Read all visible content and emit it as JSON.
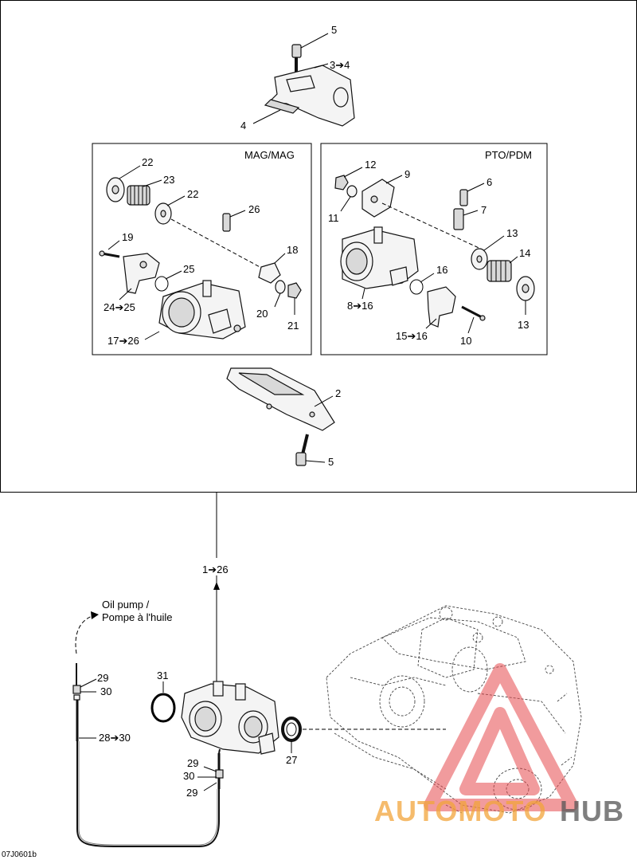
{
  "figure_ref": "07J0601b",
  "boxes": {
    "mag": {
      "title": "MAG/MAG"
    },
    "pto": {
      "title": "PTO/PDM"
    }
  },
  "callouts": {
    "c5a": "5",
    "c34": "3➔4",
    "c4": "4",
    "c22a": "22",
    "c23": "23",
    "c22b": "22",
    "c26": "26",
    "c19": "19",
    "c18": "18",
    "c25": "25",
    "c2425": "24➔25",
    "c20": "20",
    "c21": "21",
    "c1726": "17➔26",
    "c12": "12",
    "c9": "9",
    "c6": "6",
    "c11": "11",
    "c7": "7",
    "c13a": "13",
    "c14": "14",
    "c16": "16",
    "c816": "8➔16",
    "c13b": "13",
    "c1516": "15➔16",
    "c10": "10",
    "c2": "2",
    "c5b": "5",
    "c126": "1➔26",
    "c31": "31",
    "c29a": "29",
    "c30a": "30",
    "c2830": "28➔30",
    "c27": "27",
    "c29b": "29",
    "c30b": "30",
    "c29c": "29"
  },
  "oil_pump": {
    "line1": "Oil pump /",
    "line2": "Pompe à l'huile"
  },
  "watermark": {
    "part1": "AUTOMOTO",
    "part2": "HUB"
  },
  "colors": {
    "watermark_red": "#e5484d",
    "watermark_orange": "#f2a53b",
    "watermark_gray": "#555555"
  }
}
